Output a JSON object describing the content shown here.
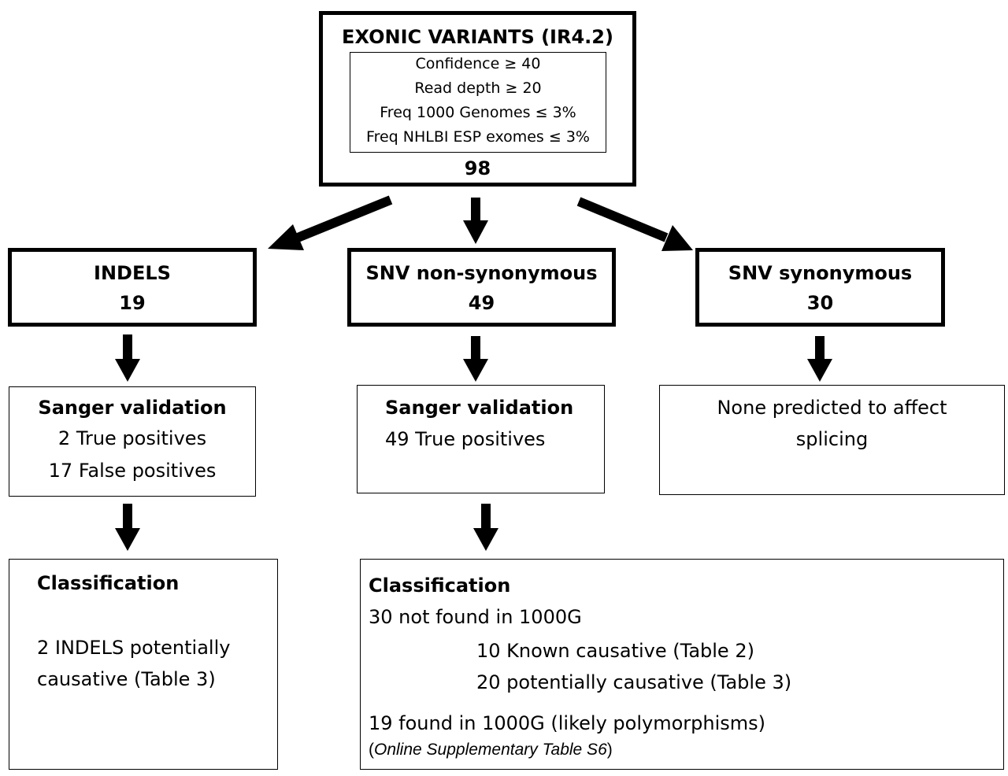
{
  "top": {
    "title": "EXONIC VARIANTS (IR4.2)",
    "criteria": [
      "Confidence ≥ 40",
      "Read depth ≥ 20",
      "Freq 1000 Genomes ≤ 3%",
      "Freq NHLBI ESP exomes ≤ 3%"
    ],
    "count": "98"
  },
  "indels": {
    "title": "INDELS",
    "count": "19",
    "validation": {
      "title": "Sanger validation",
      "lines": [
        "2 True positives",
        "17 False positives"
      ]
    },
    "classification": {
      "title": "Classification",
      "lines": [
        "2 INDELS potentially",
        "causative (Table 3)"
      ]
    }
  },
  "nonsyn": {
    "title": "SNV non-synonymous",
    "count": "49",
    "validation": {
      "title": "Sanger validation",
      "lines": [
        "49 True positives"
      ]
    },
    "classification": {
      "title": "Classification",
      "lines": [
        "30 not found in 1000G",
        "10 Known causative (Table 2)",
        "20 potentially causative (Table 3)",
        "19 found in 1000G (likely polymorphisms)"
      ],
      "note_open": "(",
      "note": "Online Supplementary Table S6",
      "note_close": ")"
    }
  },
  "syn": {
    "title": "SNV synonymous",
    "count": "30",
    "result": [
      "None predicted to affect",
      "splicing"
    ]
  }
}
